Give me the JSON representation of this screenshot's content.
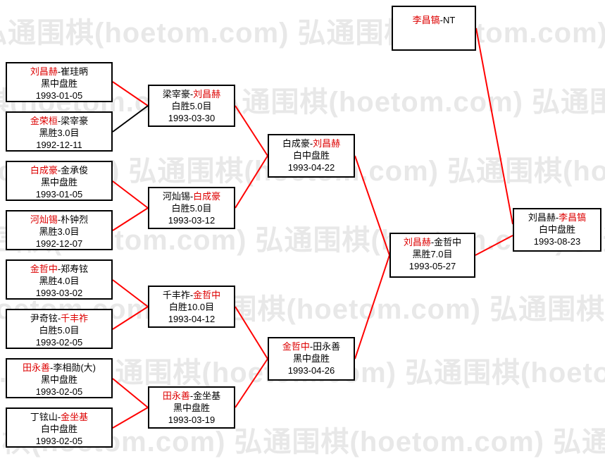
{
  "watermark": {
    "text": "弘通围棋(hoetom.com)",
    "repeated": "弘通围棋(hoetom.com)  弘通围棋(hoetom.com)  弘通围棋(hoetom.com)",
    "color": "#e8e8e8"
  },
  "colors": {
    "winner_name": "#dd0000",
    "winner_line": "#ff0000",
    "normal_line": "#000000",
    "box_border": "#000000"
  },
  "matches": {
    "r1m1": {
      "pre": "",
      "red": "刘昌赫",
      "post": "-崔珪昞",
      "result": "黑中盘胜",
      "date": "1993-01-05"
    },
    "r1m2": {
      "pre": "",
      "red": "金荣桓",
      "post": "-梁宰豪",
      "result": "黑胜3.0目",
      "date": "1992-12-11"
    },
    "r1m3": {
      "pre": "",
      "red": "白成豪",
      "post": "-金承俊",
      "result": "黑中盘胜",
      "date": "1993-01-05"
    },
    "r1m4": {
      "pre": "",
      "red": "河灿锡",
      "post": "-朴钟烈",
      "result": "黑胜3.0目",
      "date": "1992-12-07"
    },
    "r1m5": {
      "pre": "",
      "red": "金哲中",
      "post": "-郑寿铉",
      "result": "黑胜4.0目",
      "date": "1993-03-02"
    },
    "r1m6": {
      "pre": "尹奇铉-",
      "red": "千丰祚",
      "post": "",
      "result": "白胜5.0目",
      "date": "1993-02-05"
    },
    "r1m7": {
      "pre": "",
      "red": "田永善",
      "post": "-李相勋(大)",
      "result": "黑中盘胜",
      "date": "1993-02-05"
    },
    "r1m8": {
      "pre": "丁铉山-",
      "red": "金坐基",
      "post": "",
      "result": "白中盘胜",
      "date": "1993-02-05"
    },
    "r2m1": {
      "pre": "梁宰豪-",
      "red": "刘昌赫",
      "post": "",
      "result": "白胜5.0目",
      "date": "1993-03-30"
    },
    "r2m2": {
      "pre": "河灿锡-",
      "red": "白成豪",
      "post": "",
      "result": "白胜5.0目",
      "date": "1993-03-12"
    },
    "r2m3": {
      "pre": "千丰祚-",
      "red": "金哲中",
      "post": "",
      "result": "白胜10.0目",
      "date": "1993-04-12"
    },
    "r2m4": {
      "pre": "",
      "red": "田永善",
      "post": "-金坐基",
      "result": "黑中盘胜",
      "date": "1993-03-19"
    },
    "r3m1": {
      "pre": "白成豪-",
      "red": "刘昌赫",
      "post": "",
      "result": "白中盘胜",
      "date": "1993-04-22"
    },
    "r3m2": {
      "pre": "",
      "red": "金哲中",
      "post": "-田永善",
      "result": "黑中盘胜",
      "date": "1993-04-26"
    },
    "r4m1": {
      "pre": "",
      "red": "刘昌赫",
      "post": "-金哲中",
      "result": "黑胜7.0目",
      "date": "1993-05-27"
    },
    "seed": {
      "pre": "",
      "red": "李昌镐",
      "post": "-NT",
      "result": "",
      "date": ""
    },
    "final": {
      "pre": "刘昌赫-",
      "red": "李昌镐",
      "post": "",
      "result": "白中盘胜",
      "date": "1993-08-23"
    }
  }
}
